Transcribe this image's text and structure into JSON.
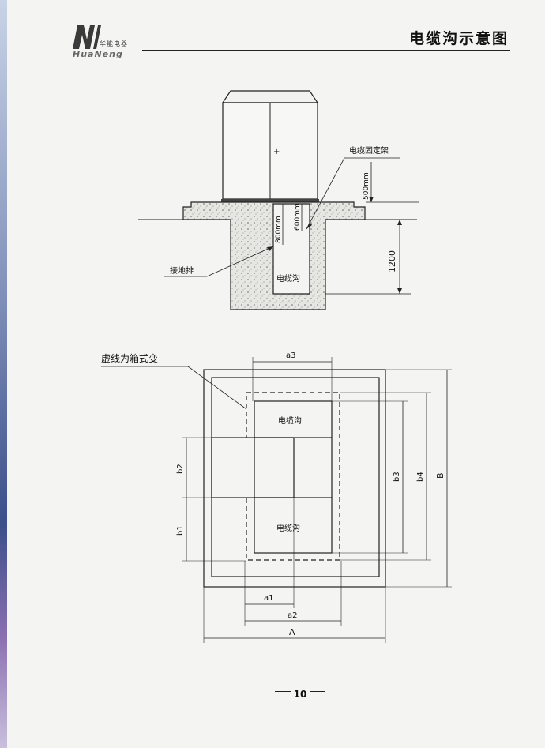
{
  "header": {
    "title": "电缆沟示意图",
    "logo_cn": "华能电器",
    "logo_en": "HuaNeng"
  },
  "section_view": {
    "cable_bracket_label": "电缆固定架",
    "ground_bar_label": "接地排",
    "trench_label": "电缆沟",
    "dim_500": "500mm",
    "dim_600": "600mm",
    "dim_800": "800mm",
    "dim_1200": "1200"
  },
  "plan_view": {
    "dashed_note": "虚线为箱式变",
    "trench_top_label": "电缆沟",
    "trench_bottom_label": "电缆沟",
    "dim_a1": "a1",
    "dim_a2": "a2",
    "dim_a3": "a3",
    "dim_A": "A",
    "dim_b1": "b1",
    "dim_b2": "b2",
    "dim_b3": "b3",
    "dim_b4": "b4",
    "dim_B": "B"
  },
  "footer": {
    "page_number": "10"
  }
}
